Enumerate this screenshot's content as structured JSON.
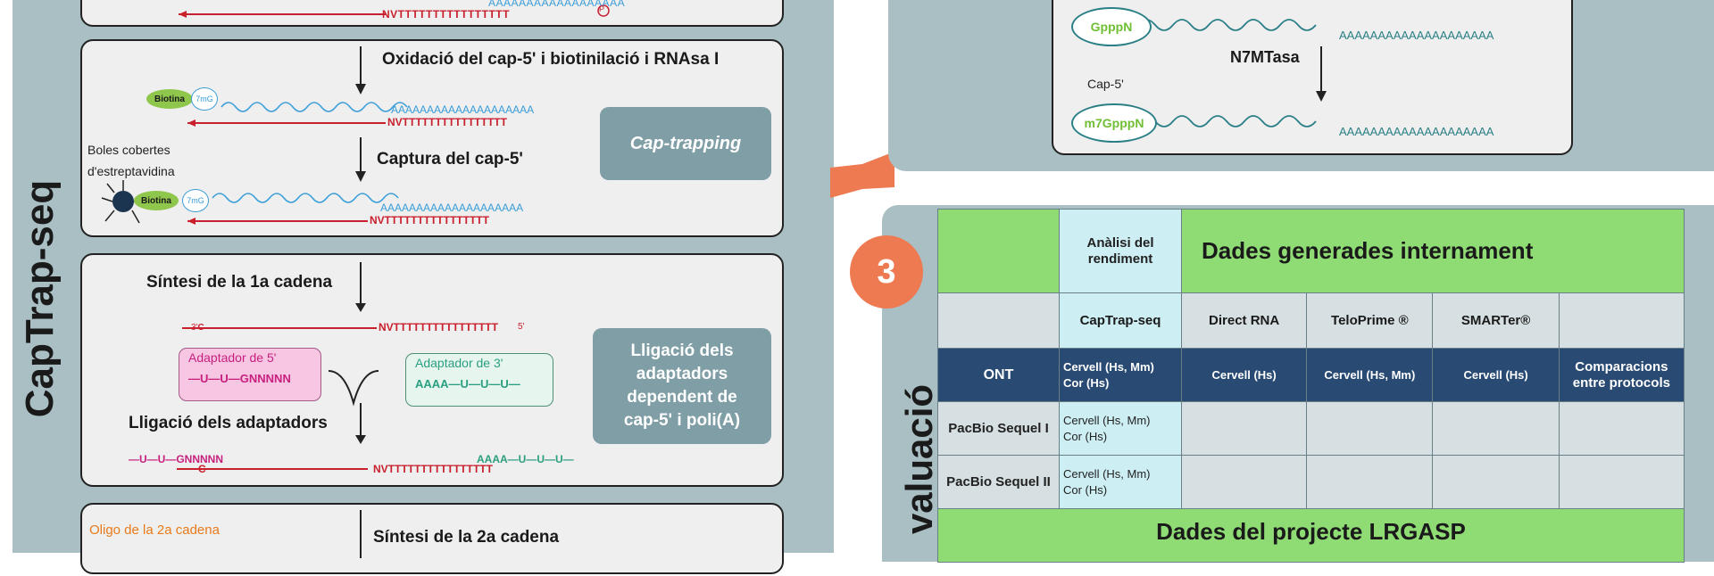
{
  "colors": {
    "panel_bg": "#a9bfc4",
    "card_bg": "#efefef",
    "tag_bg": "#7f9ea5",
    "red": "#c8202c",
    "blue": "#3a9dd8",
    "green_fill": "#8fc64c",
    "orange": "#ee7a52",
    "navy": "#294a72",
    "table_green": "#8fdc74",
    "table_cyan": "#cdeef3",
    "magenta": "#c7207e",
    "teal": "#2b9e7f",
    "cap_green": "#6fbf34"
  },
  "left": {
    "side_title": "CapTrap-seq",
    "card1": {
      "seq_top": "AAAAAAAAAAAAAAAAAA",
      "seq_bottom": "NVTTTTTTTTTTTTTTTT",
      "phosphate": "P"
    },
    "card2": {
      "step1": "Oxidació del cap-5' i biotinilació i RNAsa I",
      "biotina": "Biotina",
      "m7g": "7mG",
      "poly_a": "AAAAAAAAAAAAAAAAAAAA",
      "oligo_dt": "NVTTTTTTTTTTTTTTTT",
      "step2": "Captura del cap-5'",
      "beads_line1": "Boles cobertes",
      "beads_line2": "d'estreptavidina",
      "tag": "Cap-trapping"
    },
    "card3": {
      "step1": "Síntesi de la 1a cadena",
      "prime3": "3'",
      "c": "C",
      "oligo": "NVTTTTTTTTTTTTTTTT",
      "prime5": "5'",
      "adapter5_title": "Adaptador de 5'",
      "adapter5_seq": "—U—U—GNNNNN",
      "adapter3_title": "Adaptador de 3'",
      "adapter3_seq": "AAAA—U—U—U—",
      "step2": "Lligació dels adaptadors",
      "tag_line1": "Lligació dels",
      "tag_line2": "adaptadors",
      "tag_line3": "dependent de",
      "tag_line4": "cap-5' i poli(A)",
      "bottom_left": "—U—U—GNNNNN",
      "bottom_c": "C",
      "bottom_oligo": "NVTTTTTTTTTTTTTTTT",
      "bottom_right": "AAAA—U—U—U—"
    },
    "card4": {
      "oligo_title": "Oligo de la 2a cadena",
      "step": "Síntesi de la 2a cadena"
    }
  },
  "right_top": {
    "gpppn": "GpppN",
    "poly_a": "AAAAAAAAAAAAAAAAAAAA",
    "enzyme": "N7MTasa",
    "cap_label": "Cap-5'",
    "m7gpppn": "m7GpppN"
  },
  "right_bottom": {
    "badge": "3",
    "side_title": "valuació",
    "table": {
      "perf_header": "Anàlisi del rendiment",
      "internal_header": "Dades generades internament",
      "columns": [
        "CapTrap-seq",
        "Direct RNA",
        "TeloPrime ®",
        "SMARTer®"
      ],
      "rows": [
        {
          "platform": "ONT",
          "captrap": "Cervell (Hs, Mm)\nCor (Hs)",
          "direct": "Cervell (Hs)",
          "teloprime": "Cervell (Hs, Mm)",
          "smarter": "Cervell (Hs)",
          "extra": "Comparacions entre protocols"
        },
        {
          "platform": "PacBio Sequel I",
          "captrap": "Cervell (Hs, Mm)\nCor (Hs)"
        },
        {
          "platform": "PacBio Sequel II",
          "captrap": "Cervell (Hs, Mm)\nCor (Hs)"
        }
      ],
      "lrgasp_header": "Dades del projecte LRGASP"
    }
  }
}
